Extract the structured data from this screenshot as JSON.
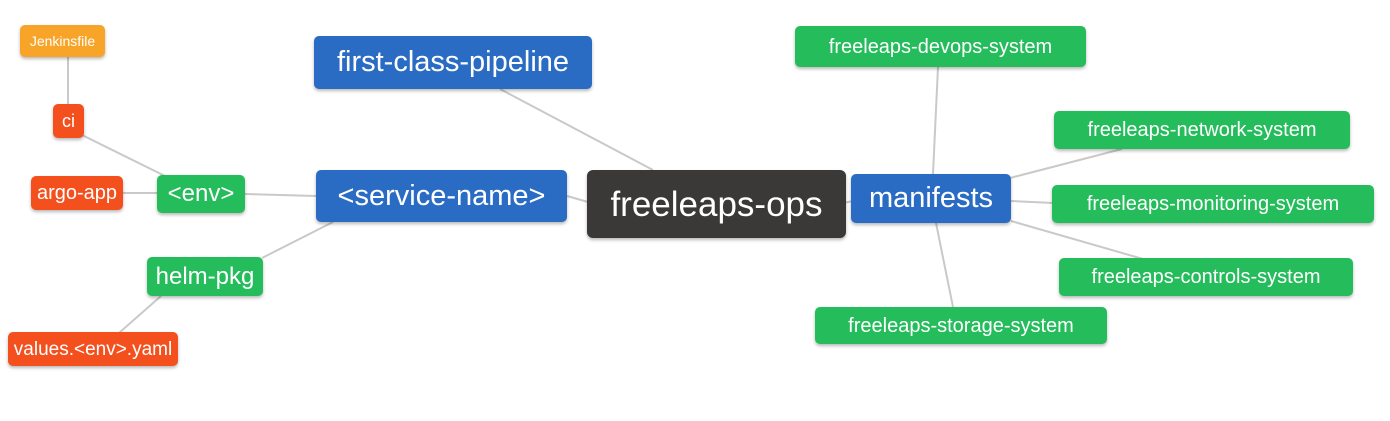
{
  "diagram": {
    "type": "mindmap",
    "background": "#ffffff",
    "edge_color": "#c9c9c9",
    "palette": {
      "root_bg": "#3b3838",
      "branch_bg": "#2a6cc3",
      "green_leaf_bg": "#25bc5b",
      "red_leaf_bg": "#f4501e",
      "orange_leaf_bg": "#f8a428",
      "node_text": "#ffffff"
    },
    "nodes": {
      "freeleaps_ops": {
        "label": "freeleaps-ops",
        "role": "root"
      },
      "first_class_pipeline": {
        "label": "first-class-pipeline",
        "role": "branch"
      },
      "service_name": {
        "label": "<service-name>",
        "role": "branch"
      },
      "manifests": {
        "label": "manifests",
        "role": "branch"
      },
      "env": {
        "label": "<env>",
        "role": "green-leaf"
      },
      "helm_pkg": {
        "label": "helm-pkg",
        "role": "green-leaf"
      },
      "ci": {
        "label": "ci",
        "role": "red-leaf"
      },
      "argo_app": {
        "label": "argo-app",
        "role": "red-leaf"
      },
      "jenkinsfile": {
        "label": "Jenkinsfile",
        "role": "orange-leaf"
      },
      "values_env_yaml": {
        "label": "values.<env>.yaml",
        "role": "red-leaf"
      },
      "devops_system": {
        "label": "freeleaps-devops-system",
        "role": "green-leaf"
      },
      "network_system": {
        "label": "freeleaps-network-system",
        "role": "green-leaf"
      },
      "monitoring_system": {
        "label": "freeleaps-monitoring-system",
        "role": "green-leaf"
      },
      "controls_system": {
        "label": "freeleaps-controls-system",
        "role": "green-leaf"
      },
      "storage_system": {
        "label": "freeleaps-storage-system",
        "role": "green-leaf"
      }
    },
    "edges": [
      {
        "from": "jenkinsfile",
        "to": "ci"
      },
      {
        "from": "ci",
        "to": "env"
      },
      {
        "from": "argo_app",
        "to": "env"
      },
      {
        "from": "env",
        "to": "service_name"
      },
      {
        "from": "helm_pkg",
        "to": "service_name"
      },
      {
        "from": "helm_pkg",
        "to": "values_env_yaml"
      },
      {
        "from": "first_class_pipeline",
        "to": "freeleaps_ops"
      },
      {
        "from": "service_name",
        "to": "freeleaps_ops"
      },
      {
        "from": "freeleaps_ops",
        "to": "manifests"
      },
      {
        "from": "manifests",
        "to": "devops_system"
      },
      {
        "from": "manifests",
        "to": "network_system"
      },
      {
        "from": "manifests",
        "to": "monitoring_system"
      },
      {
        "from": "manifests",
        "to": "controls_system"
      },
      {
        "from": "manifests",
        "to": "storage_system"
      }
    ]
  }
}
